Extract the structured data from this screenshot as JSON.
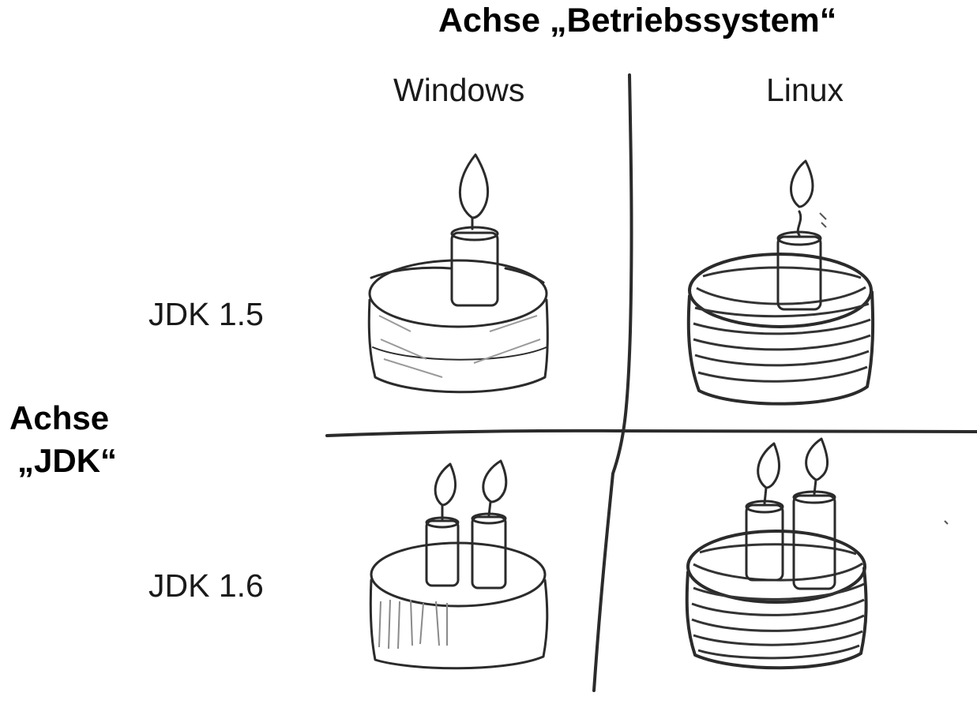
{
  "axis_x": {
    "title": "Achse „Betriebssystem“",
    "columns": [
      "Windows",
      "Linux"
    ]
  },
  "axis_y": {
    "title_line1": "Achse",
    "title_line2": "„JDK“",
    "rows": [
      "JDK 1.5",
      "JDK 1.6"
    ]
  },
  "cells": [
    {
      "row": "JDK 1.5",
      "column": "Windows",
      "candles": 1,
      "style": "light"
    },
    {
      "row": "JDK 1.5",
      "column": "Linux",
      "candles": 1,
      "style": "dark"
    },
    {
      "row": "JDK 1.6",
      "column": "Windows",
      "candles": 2,
      "style": "light"
    },
    {
      "row": "JDK 1.6",
      "column": "Linux",
      "candles": 2,
      "style": "dark"
    }
  ]
}
